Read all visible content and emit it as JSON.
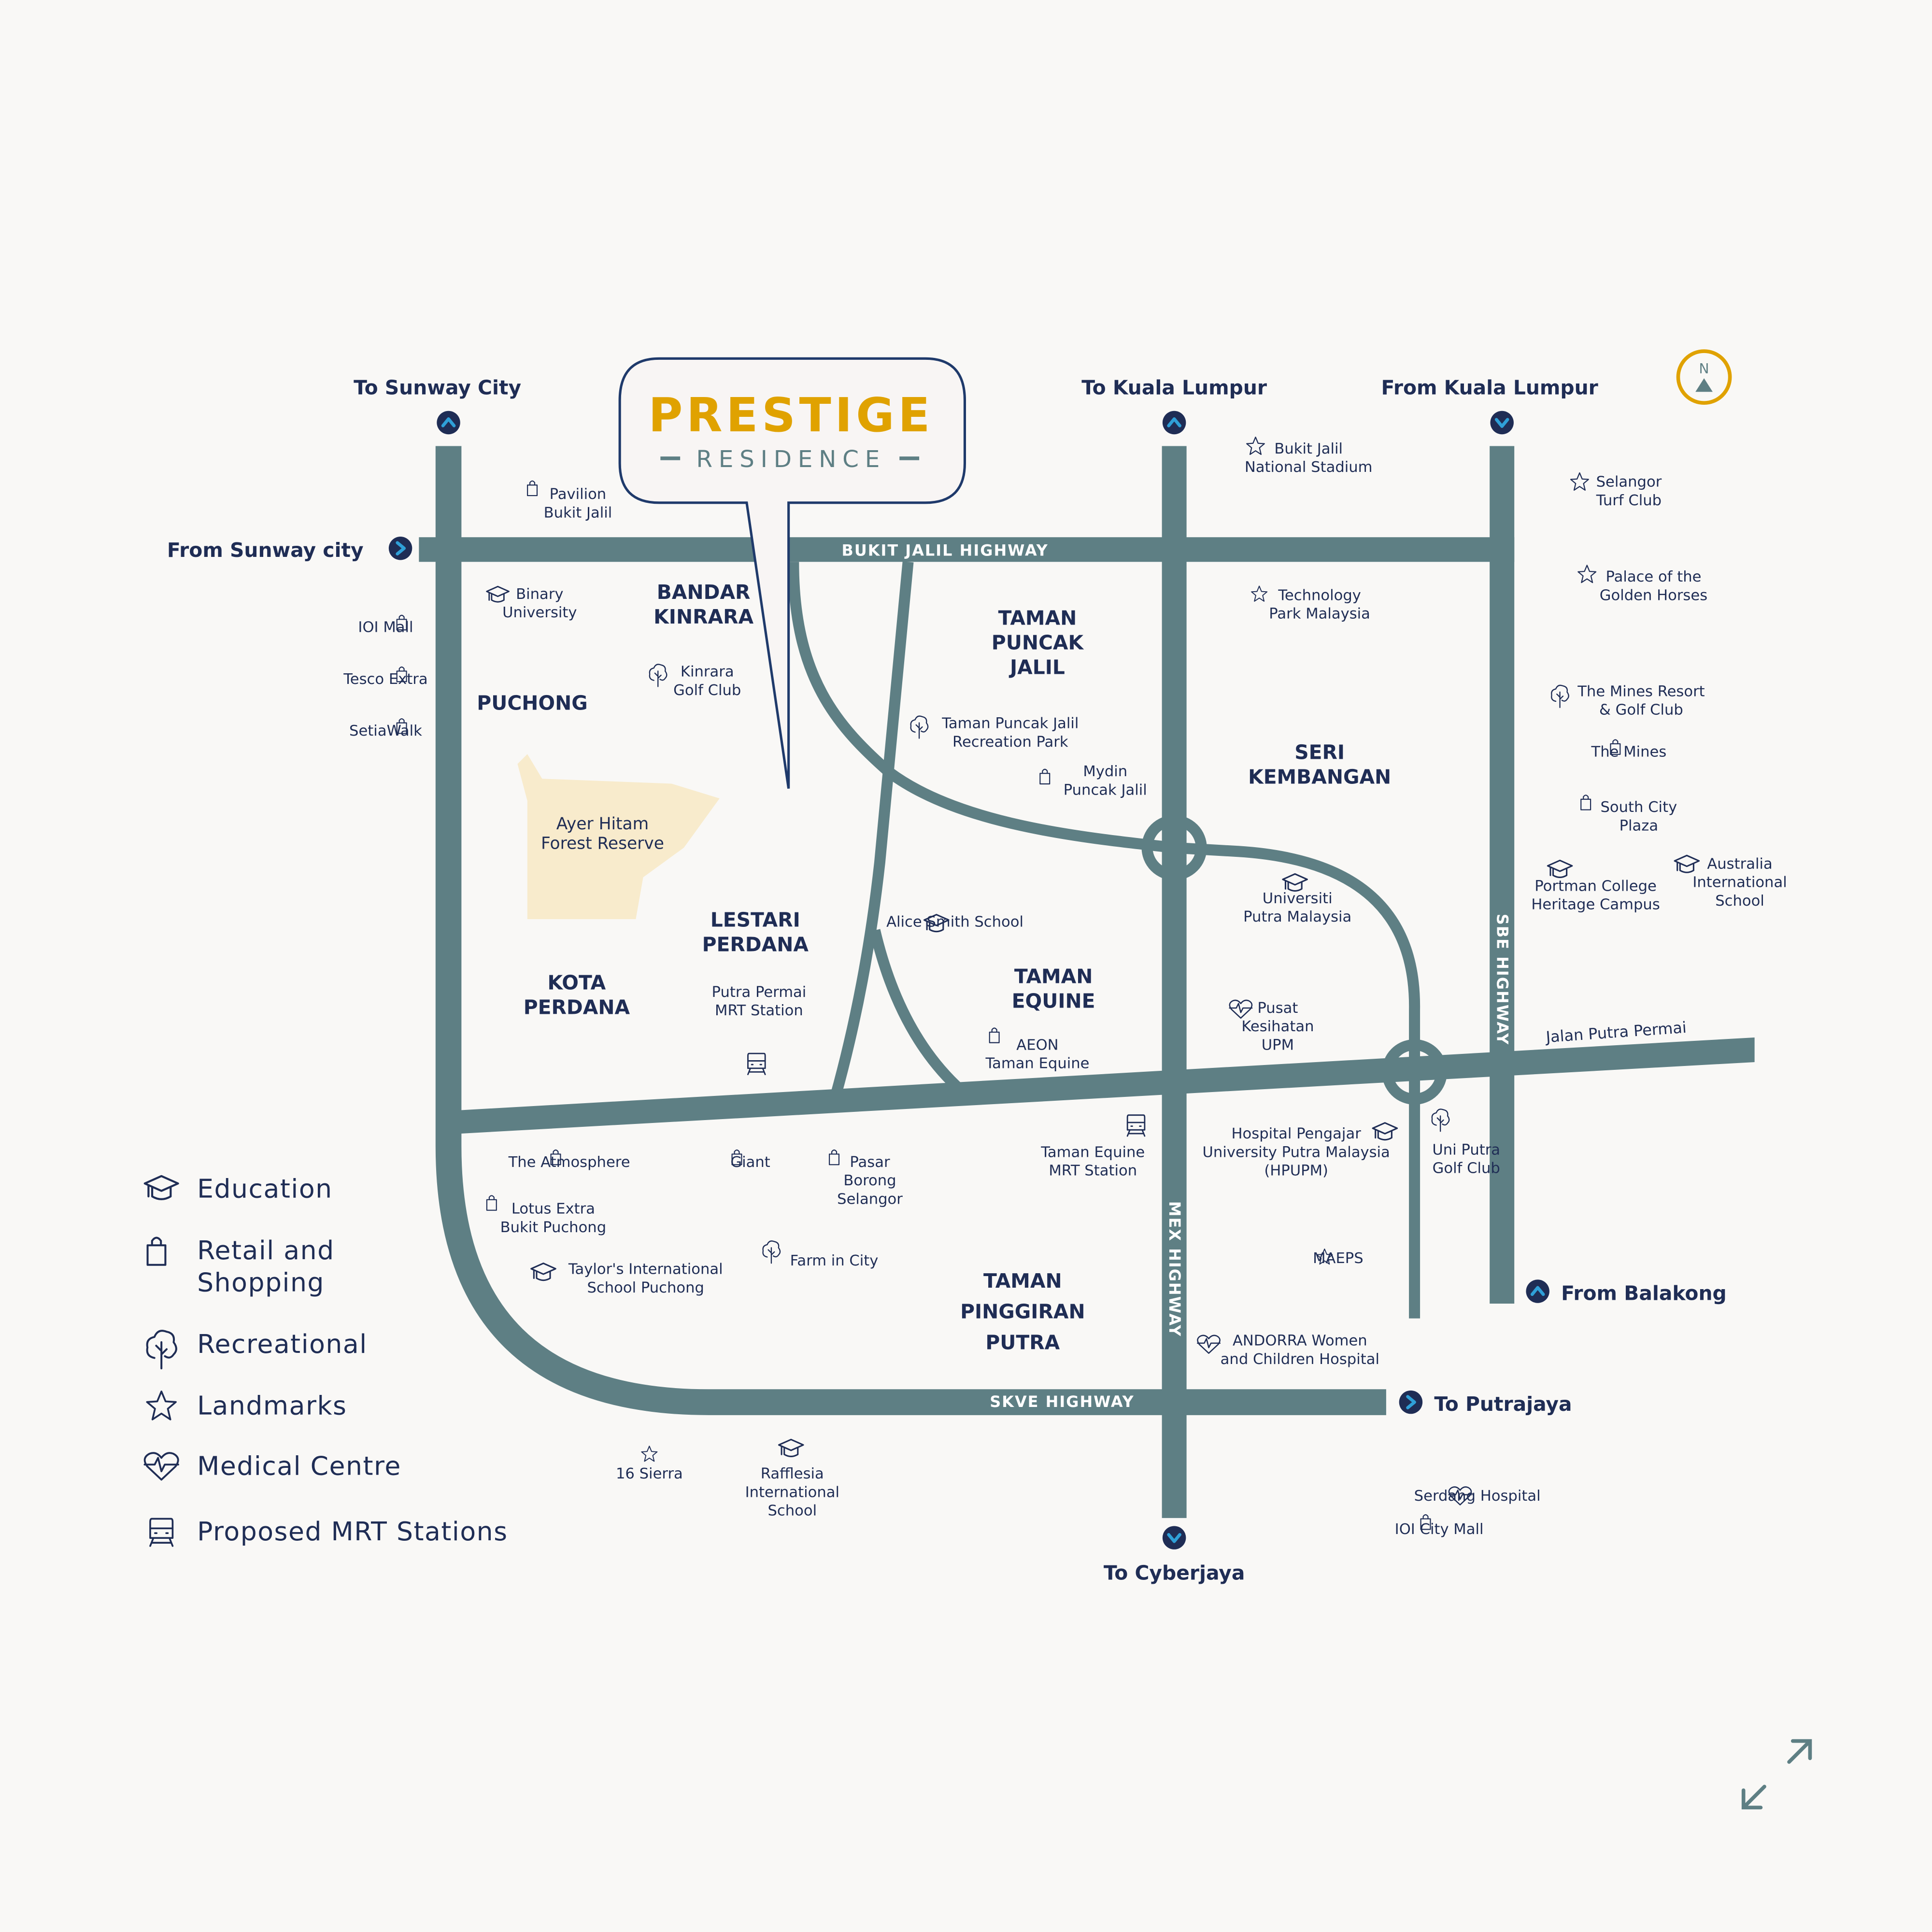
{
  "logo": {
    "name": "PRESTIGE",
    "subtitle": "RESIDENCE"
  },
  "compass": {
    "label": "N"
  },
  "colors": {
    "road": "#5e7f84",
    "text": "#1f2d55",
    "accent": "#e0a200",
    "arrow": "#2fa0d8",
    "forest": "#f8ebcc"
  },
  "directions": {
    "to_sunway": "To Sunway City",
    "from_sunway": "From Sunway city",
    "to_kl": "To Kuala Lumpur",
    "from_kl": "From Kuala Lumpur",
    "from_balakong": "From Balakong",
    "to_putrajaya": "To Putrajaya",
    "to_cyberjaya": "To Cyberjaya"
  },
  "highways": {
    "bukit_jalil": "BUKIT JALIL HIGHWAY",
    "skve": "SKVE HIGHWAY",
    "mex": "MEX HIGHWAY",
    "sbe": "SBE HIGHWAY",
    "jalan_putra_permai": "Jalan Putra Permai"
  },
  "areas": [
    {
      "lines": [
        "BANDAR",
        "KINRARA"
      ]
    },
    {
      "lines": [
        "PUCHONG"
      ]
    },
    {
      "lines": [
        "TAMAN",
        "PUNCAK",
        "JALIL"
      ]
    },
    {
      "lines": [
        "SERI",
        "KEMBANGAN"
      ]
    },
    {
      "lines": [
        "LESTARI",
        "PERDANA"
      ]
    },
    {
      "lines": [
        "KOTA",
        "PERDANA"
      ]
    },
    {
      "lines": [
        "TAMAN",
        "EQUINE"
      ]
    },
    {
      "lines": [
        "TAMAN",
        "PINGGIRAN",
        "PUTRA"
      ]
    },
    {
      "lines": [
        "Ayer Hitam",
        "Forest Reserve"
      ]
    }
  ],
  "pois": [
    {
      "icon": "retail",
      "lines": [
        "Pavilion",
        "Bukit Jalil"
      ]
    },
    {
      "icon": "education",
      "lines": [
        "Binary",
        "University"
      ]
    },
    {
      "icon": "retail",
      "lines": [
        "IOI Mall"
      ]
    },
    {
      "icon": "retail",
      "lines": [
        "Tesco Extra"
      ]
    },
    {
      "icon": "retail",
      "lines": [
        "SetiaWalk"
      ]
    },
    {
      "icon": "recreational",
      "lines": [
        "Kinrara",
        "Golf Club"
      ]
    },
    {
      "icon": "recreational",
      "lines": [
        "Taman Puncak Jalil",
        "Recreation Park"
      ]
    },
    {
      "icon": "retail",
      "lines": [
        "Mydin",
        "Puncak Jalil"
      ]
    },
    {
      "icon": "landmark",
      "lines": [
        "Bukit Jalil",
        "National Stadium"
      ]
    },
    {
      "icon": "landmark",
      "lines": [
        "Selangor",
        "Turf Club"
      ]
    },
    {
      "icon": "landmark",
      "lines": [
        "Palace of the",
        "Golden Horses"
      ]
    },
    {
      "icon": "landmark",
      "lines": [
        "Technology",
        "Park Malaysia"
      ]
    },
    {
      "icon": "recreational",
      "lines": [
        "The Mines Resort",
        "& Golf Club"
      ]
    },
    {
      "icon": "retail",
      "lines": [
        "The Mines"
      ]
    },
    {
      "icon": "retail",
      "lines": [
        "South City",
        "Plaza"
      ]
    },
    {
      "icon": "education",
      "lines": [
        "Portman College",
        "Heritage Campus"
      ]
    },
    {
      "icon": "education",
      "lines": [
        "Australia",
        "International",
        "School"
      ]
    },
    {
      "icon": "education",
      "lines": [
        "Universiti",
        "Putra Malaysia"
      ]
    },
    {
      "icon": "education",
      "lines": [
        "Alice Smith School"
      ]
    },
    {
      "icon": "medical",
      "lines": [
        "Pusat",
        "Kesihatan",
        "UPM"
      ]
    },
    {
      "icon": "mrt",
      "lines": [
        "Putra Permai",
        "MRT Station"
      ]
    },
    {
      "icon": "retail",
      "lines": [
        "AEON",
        "Taman Equine"
      ]
    },
    {
      "icon": "mrt",
      "lines": [
        "Taman Equine",
        "MRT Station"
      ]
    },
    {
      "icon": "education",
      "lines": [
        "Hospital Pengajar",
        "University Putra Malaysia",
        "(HPUPM)"
      ]
    },
    {
      "icon": "recreational",
      "lines": [
        "Uni Putra",
        "Golf Club"
      ]
    },
    {
      "icon": "retail",
      "lines": [
        "The Atmosphere"
      ]
    },
    {
      "icon": "retail",
      "lines": [
        "Giant"
      ]
    },
    {
      "icon": "retail",
      "lines": [
        "Pasar",
        "Borong",
        "Selangor"
      ]
    },
    {
      "icon": "retail",
      "lines": [
        "Lotus Extra",
        "Bukit Puchong"
      ]
    },
    {
      "icon": "education",
      "lines": [
        "Taylor's International",
        "School Puchong"
      ]
    },
    {
      "icon": "recreational",
      "lines": [
        "Farm in City"
      ]
    },
    {
      "icon": "landmark",
      "lines": [
        "MAEPS"
      ]
    },
    {
      "icon": "medical",
      "lines": [
        "ANDORRA Women",
        "and Children Hospital"
      ]
    },
    {
      "icon": "landmark",
      "lines": [
        "16 Sierra"
      ]
    },
    {
      "icon": "education",
      "lines": [
        "Rafflesia",
        "International",
        "School"
      ]
    },
    {
      "icon": "medical",
      "lines": [
        "Serdang Hospital"
      ]
    },
    {
      "icon": "retail",
      "lines": [
        "IOI City Mall"
      ]
    }
  ],
  "legend": [
    {
      "icon": "education",
      "lines": [
        "Education"
      ]
    },
    {
      "icon": "retail",
      "lines": [
        "Retail and",
        "Shopping"
      ]
    },
    {
      "icon": "recreational",
      "lines": [
        "Recreational"
      ]
    },
    {
      "icon": "landmark",
      "lines": [
        "Landmarks"
      ]
    },
    {
      "icon": "medical",
      "lines": [
        "Medical Centre"
      ]
    },
    {
      "icon": "mrt",
      "lines": [
        "Proposed MRT Stations"
      ]
    }
  ]
}
